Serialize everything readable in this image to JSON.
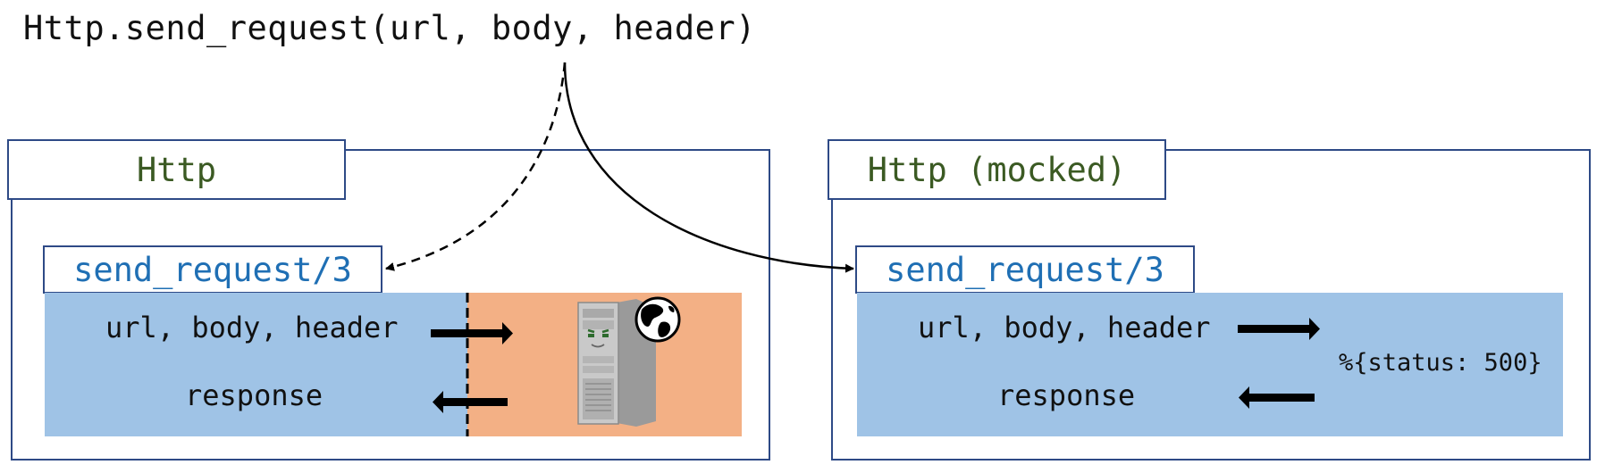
{
  "call_expression": "Http.send_request(url, body, header)",
  "left_module": {
    "title": "Http",
    "function": "send_request/3",
    "input_label": "url, body, header",
    "output_label": "response",
    "server_icon": "server-tower-icon",
    "globe_icon": "globe-icon"
  },
  "right_module": {
    "title": "Http (mocked)",
    "function": "send_request/3",
    "input_label": "url, body, header",
    "output_label": "response",
    "mock_return": "%{status: 500}"
  },
  "colors": {
    "frame_border": "#2e4a86",
    "module_title": "#3b5a23",
    "function_label": "#1f6fb4",
    "blue_panel": "#9fc3e6",
    "orange_panel": "#f3b085"
  }
}
